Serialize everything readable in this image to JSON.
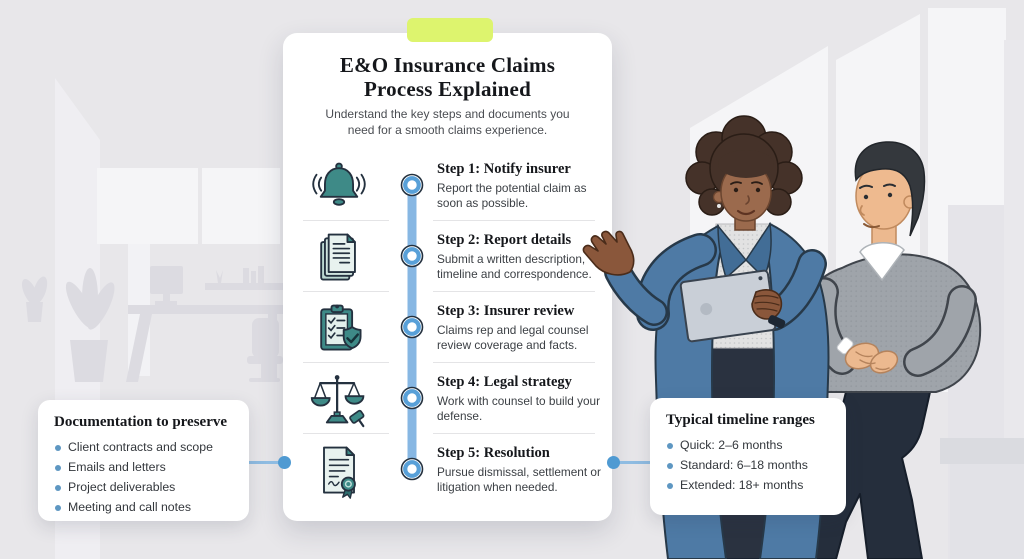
{
  "infographic": {
    "title": "E&O Insurance Claims Process Explained",
    "subtitle": "Understand the key steps and documents you need for a smooth claims experience.",
    "steps": [
      {
        "title": "Step 1: Notify insurer",
        "description": "Report the potential claim as soon as possible.",
        "icon": "bell-icon"
      },
      {
        "title": "Step 2: Report details",
        "description": "Submit a written description, timeline and correspondence.",
        "icon": "documents-icon"
      },
      {
        "title": "Step 3: Insurer review",
        "description": "Claims rep and legal counsel review coverage and facts.",
        "icon": "clipboard-shield-icon"
      },
      {
        "title": "Step 4: Legal strategy",
        "description": "Work with counsel to build your defense.",
        "icon": "scales-gavel-icon"
      },
      {
        "title": "Step 5: Resolution",
        "description": "Pursue dismissal, settlement or litigation when needed.",
        "icon": "certificate-icon"
      }
    ]
  },
  "left_callout": {
    "title": "Documentation to preserve",
    "items": [
      "Client contracts and scope",
      "Emails and letters",
      "Project deliverables",
      "Meeting and call notes"
    ]
  },
  "right_callout": {
    "title": "Typical timeline ranges",
    "items": [
      "Quick: 2–6 months",
      "Standard: 6–18 months",
      "Extended: 18+ months"
    ]
  },
  "colors": {
    "background": "#e8e7ea",
    "card": "#ffffff",
    "tape_accent": "#ddf46e",
    "timeline_bar": "#87b7e3",
    "timeline_node": "#58a0d8",
    "connector_dot": "#4f9ad2",
    "icon_teal": "#3e8a87",
    "bullet_blue": "#5e97c2",
    "outline_dark": "#24313f"
  }
}
